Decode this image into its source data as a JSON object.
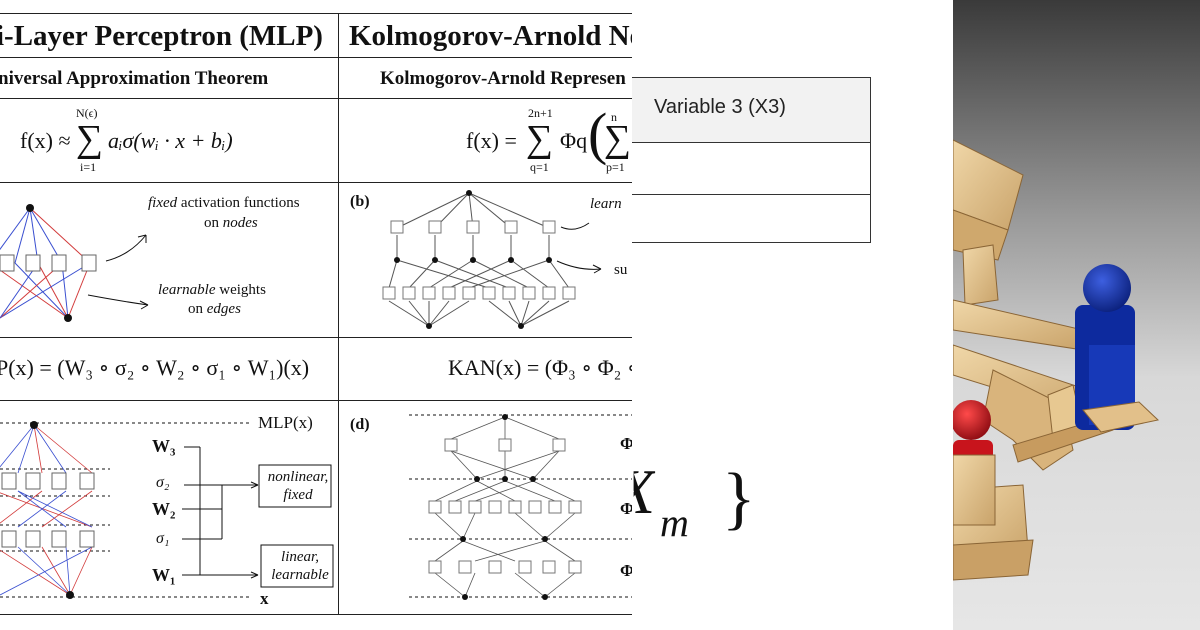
{
  "table": {
    "mlp": {
      "title": "i-Layer Perceptron (MLP)",
      "theorem": "niversal Approximation Theorem",
      "formula_lhs": "f(x) ≈",
      "sum_upper": "N(ϵ)",
      "sum_lower": "i=1",
      "formula_body": "aᵢσ(wᵢ · x + bᵢ)",
      "annotation_fixed_word": "fixed",
      "annotation_fixed_rest": "activation functions",
      "annotation_nodes_prefix": "on ",
      "annotation_nodes_word": "nodes",
      "annotation_learnable_word": "learnable",
      "annotation_learnable_rest": "weights",
      "annotation_edges_prefix": "on ",
      "annotation_edges_word": "edges",
      "composition": "P(x) = (W₃ ∘ σ₂ ∘ W₂ ∘ σ₁ ∘ W₁)(x)",
      "deep_output_label": "MLP(x)",
      "deep_input_label": "x",
      "layer_labels": [
        "W₃",
        "σ₂",
        "W₂",
        "σ₁",
        "W₁"
      ],
      "box_nonlinear": [
        "nonlinear,",
        "fixed"
      ],
      "box_linear": [
        "linear,",
        "learnable"
      ]
    },
    "kan": {
      "title": "Kolmogorov-Arnold Ne",
      "theorem": "Kolmogorov-Arnold Represen",
      "formula_lhs": "f(x) =",
      "sum_outer_upper": "2n+1",
      "sum_outer_lower": "q=1",
      "phi_q": "Φq",
      "sum_inner_upper": "n",
      "sum_inner_lower": "p=1",
      "panel_b_label": "(b)",
      "panel_b_annot_top": "learn",
      "panel_b_annot_bottom": "su",
      "composition": "KAN(x) = (Φ₃ ∘ Φ₂ ∘",
      "panel_d_label": "(d)",
      "panel_d_right_labels": [
        "Φ",
        "Φ",
        "Φ"
      ]
    }
  },
  "overlay_table": {
    "header": "Variable 3 (X3)",
    "rows": [
      "",
      ""
    ]
  },
  "math_fragment": {
    "symbol": "X",
    "subscript": "m",
    "brace": "}"
  },
  "colors": {
    "mlp_blue": "#3a4fd0",
    "mlp_red": "#d23a3a",
    "rule_line": "#222222",
    "overlay_header_bg": "#f2f2f2",
    "figure_red": "#c8141c",
    "figure_blue": "#0d2a9e",
    "wood": "#d9b98a"
  }
}
